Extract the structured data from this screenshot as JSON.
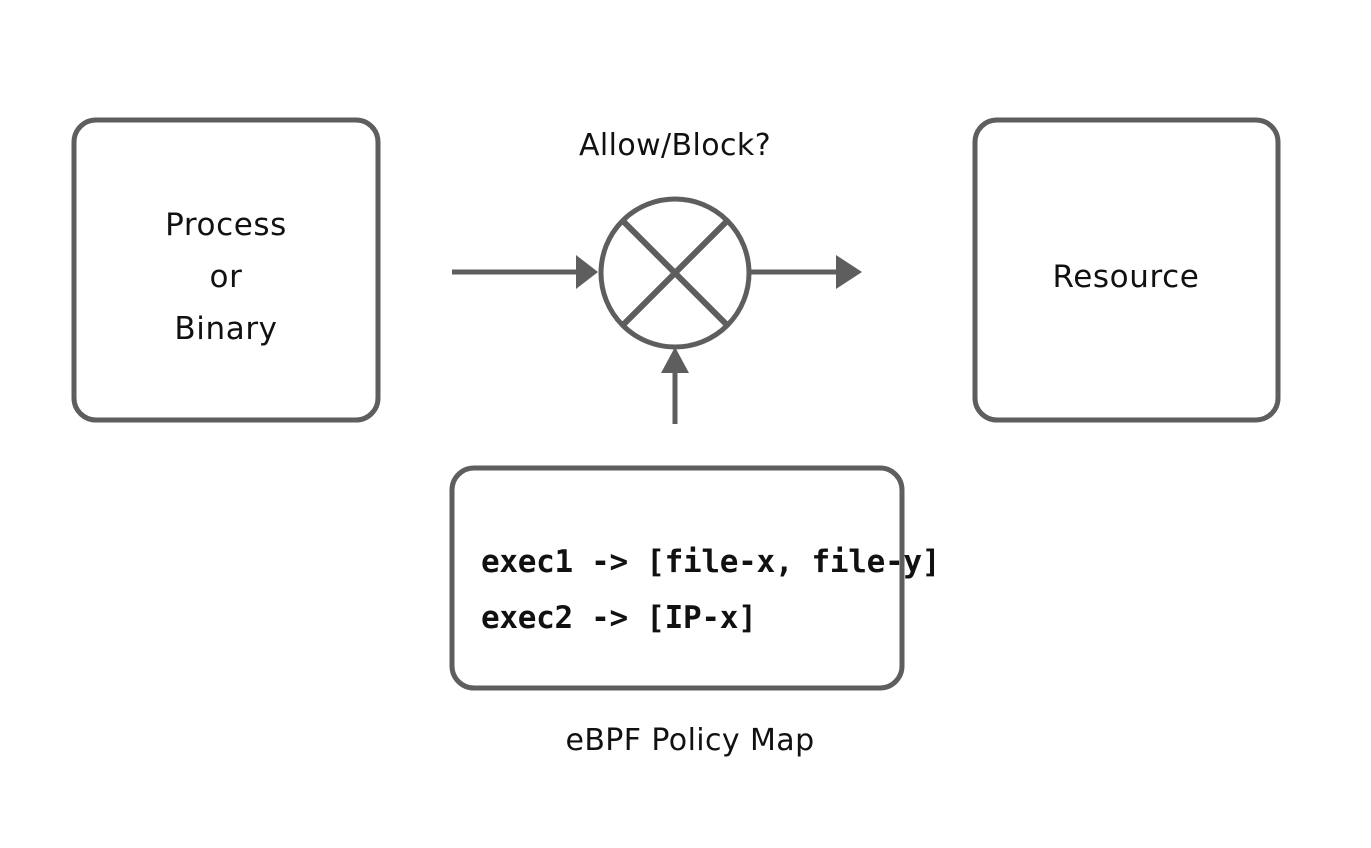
{
  "diagram": {
    "title": "eBPF policy enforcement flow",
    "background_color": "#ffffff",
    "stroke_color": "#5e5e5e",
    "text_color": "#111111",
    "nodes": {
      "source": {
        "shape": "rounded-rect",
        "lines": [
          "Process",
          "or",
          "Binary"
        ],
        "line1": "Process",
        "line2": "or",
        "line3": "Binary"
      },
      "gate": {
        "shape": "circle-with-x",
        "label": "Allow/Block?"
      },
      "target": {
        "shape": "rounded-rect",
        "label": "Resource"
      },
      "policy_map": {
        "shape": "rounded-rect",
        "caption": "eBPF Policy Map",
        "entries": [
          "exec1 -> [file-x, file-y]",
          "exec2 -> [IP-x]"
        ],
        "entry1": "exec1 -> [file-x, file-y]",
        "entry2": "exec2 -> [IP-x]"
      }
    },
    "edges": [
      {
        "from": "source",
        "to": "gate",
        "direction": "right"
      },
      {
        "from": "gate",
        "to": "target",
        "direction": "right"
      },
      {
        "from": "policy_map",
        "to": "gate",
        "direction": "up"
      }
    ]
  }
}
